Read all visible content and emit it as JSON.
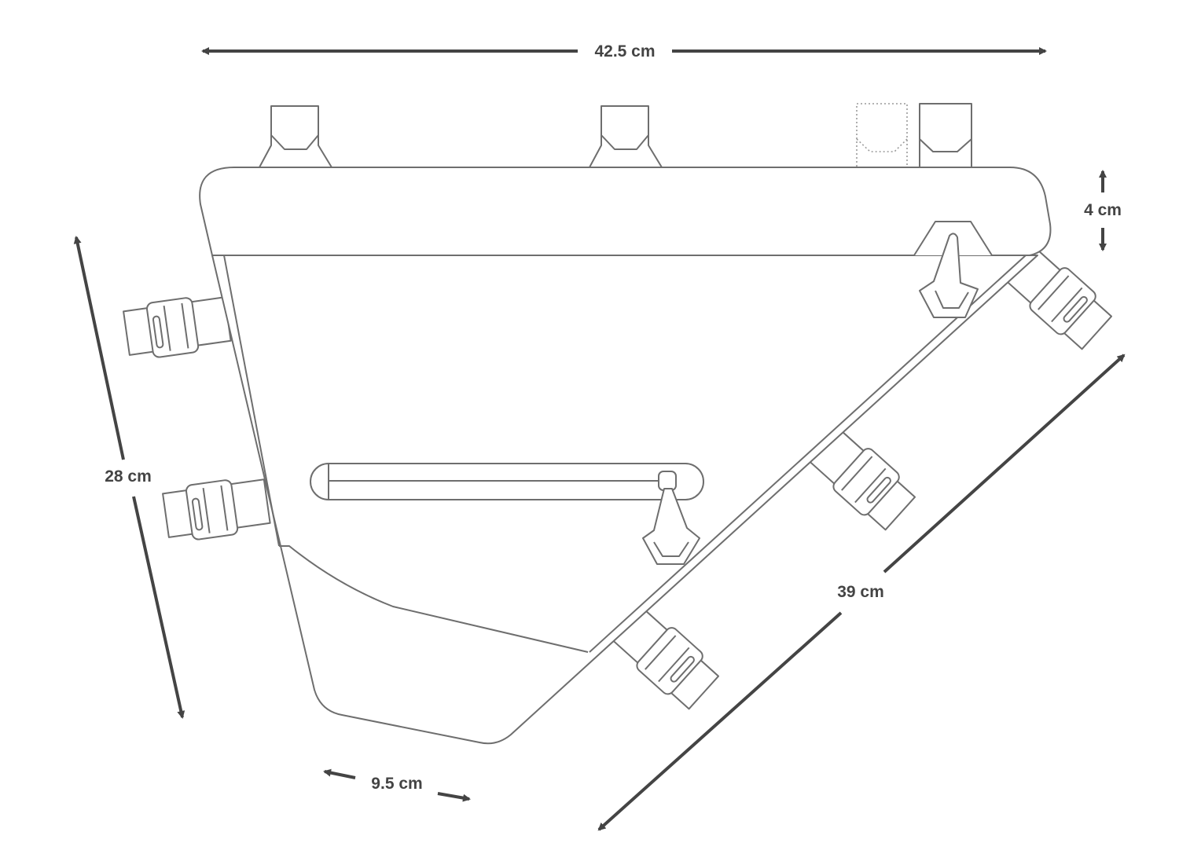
{
  "title": "Frame bag dimensions",
  "dimensions": {
    "length_top": "42.5 cm",
    "height_front": "28 cm",
    "depth_top": "4 cm",
    "length_diagonal": "39 cm",
    "length_bottom": "9.5 cm"
  },
  "colors": {
    "outline": "#6e6e6e",
    "dimension": "#444444"
  }
}
